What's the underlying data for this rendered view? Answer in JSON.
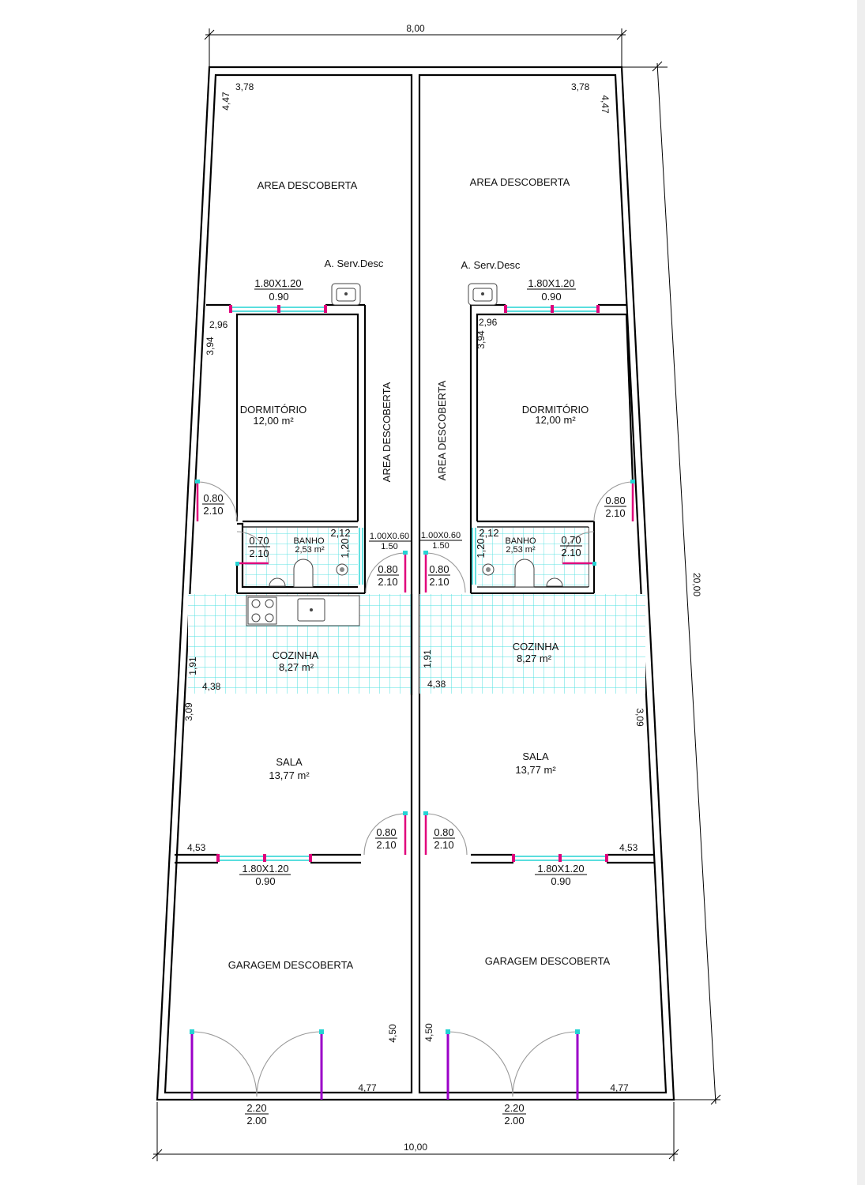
{
  "dimensions": {
    "top_width": "8,00",
    "bottom_width": "10,00",
    "depth": "20,00"
  },
  "left_unit": {
    "area_descoberta_rear": {
      "name": "AREA DESCOBERTA",
      "w": "3,78",
      "h": "4,47"
    },
    "service_label": "A. Serv.Desc",
    "rear_window": {
      "size": "1.80X1.20",
      "sill": "0.90"
    },
    "dormitorio": {
      "name": "DORMITÓRIO",
      "area": "12,00 m²",
      "w": "2,96",
      "h": "3,94"
    },
    "dorm_door": {
      "w": "0.80",
      "h": "2.10"
    },
    "side_corridor": "AREA DESCOBERTA",
    "banho": {
      "name": "BANHO",
      "area": "2,53 m²",
      "w": "2,12",
      "h": "1,20"
    },
    "banho_door": {
      "w": "0.70",
      "h": "2.10"
    },
    "banho_window": {
      "size": "1.00X0.60",
      "sill": "1.50"
    },
    "kitchen_door": {
      "w": "0.80",
      "h": "2.10"
    },
    "cozinha": {
      "name": "COZINHA",
      "area": "8,27 m²",
      "w": "4,38",
      "h": "1,91"
    },
    "sala": {
      "name": "SALA",
      "area": "13,77 m²",
      "w": "4,53",
      "h": "3,09"
    },
    "sala_door": {
      "w": "0.80",
      "h": "2.10"
    },
    "front_window": {
      "size": "1.80X1.20",
      "sill": "0.90"
    },
    "garagem": {
      "name": "GARAGEM DESCOBERTA",
      "w": "4,77",
      "h": "4,50"
    },
    "gate": {
      "w": "2.20",
      "h": "2.00"
    }
  },
  "right_unit": {
    "area_descoberta_rear": {
      "name": "AREA DESCOBERTA",
      "w": "3,78",
      "h": "4,47"
    },
    "service_label": "A. Serv.Desc",
    "rear_window": {
      "size": "1.80X1.20",
      "sill": "0.90"
    },
    "dormitorio": {
      "name": "DORMITÓRIO",
      "area": "12,00 m²",
      "w": "2,96",
      "h": "3,94"
    },
    "dorm_door": {
      "w": "0.80",
      "h": "2.10"
    },
    "side_corridor": "AREA DESCOBERTA",
    "banho": {
      "name": "BANHO",
      "area": "2,53 m²",
      "w": "2,12",
      "h": "1,20"
    },
    "banho_door": {
      "w": "0.70",
      "h": "2.10"
    },
    "banho_window": {
      "size": "1.00X0.60",
      "sill": "1.50"
    },
    "kitchen_door": {
      "w": "0.80",
      "h": "2.10"
    },
    "cozinha": {
      "name": "COZINHA",
      "area": "8,27 m²",
      "w": "4,38",
      "h": "1,91"
    },
    "sala": {
      "name": "SALA",
      "area": "13,77 m²",
      "w": "4,53",
      "h": "3,09"
    },
    "sala_door": {
      "w": "0.80",
      "h": "2.10"
    },
    "front_window": {
      "size": "1.80X1.20",
      "sill": "0.90"
    },
    "garagem": {
      "name": "GARAGEM DESCOBERTA",
      "w": "4,77",
      "h": "4,50"
    },
    "gate": {
      "w": "2.20",
      "h": "2.00"
    }
  }
}
